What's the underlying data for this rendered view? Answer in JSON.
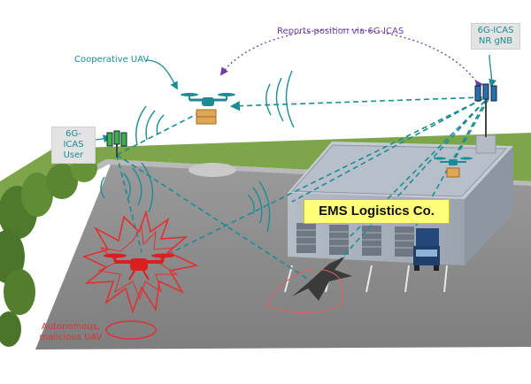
{
  "labels": {
    "reports": "Reports position via 6G-ICAS",
    "cooperative_uav": "Cooperative UAV",
    "gnb_line1": "6G-ICAS",
    "gnb_line2": "NR gNB",
    "user_line1": "6G-ICAS",
    "user_line2": "User",
    "building_name": "EMS Logistics Co.",
    "malicious_line1": "Autonomous,",
    "malicious_line2": "malicious UAV"
  },
  "colors": {
    "teal": "#1b8c95",
    "purple": "#6a3fa0",
    "red": "#e03030",
    "ground": "#8f8f8f",
    "grass": "#7da54a",
    "banner": "#ffff7a"
  }
}
